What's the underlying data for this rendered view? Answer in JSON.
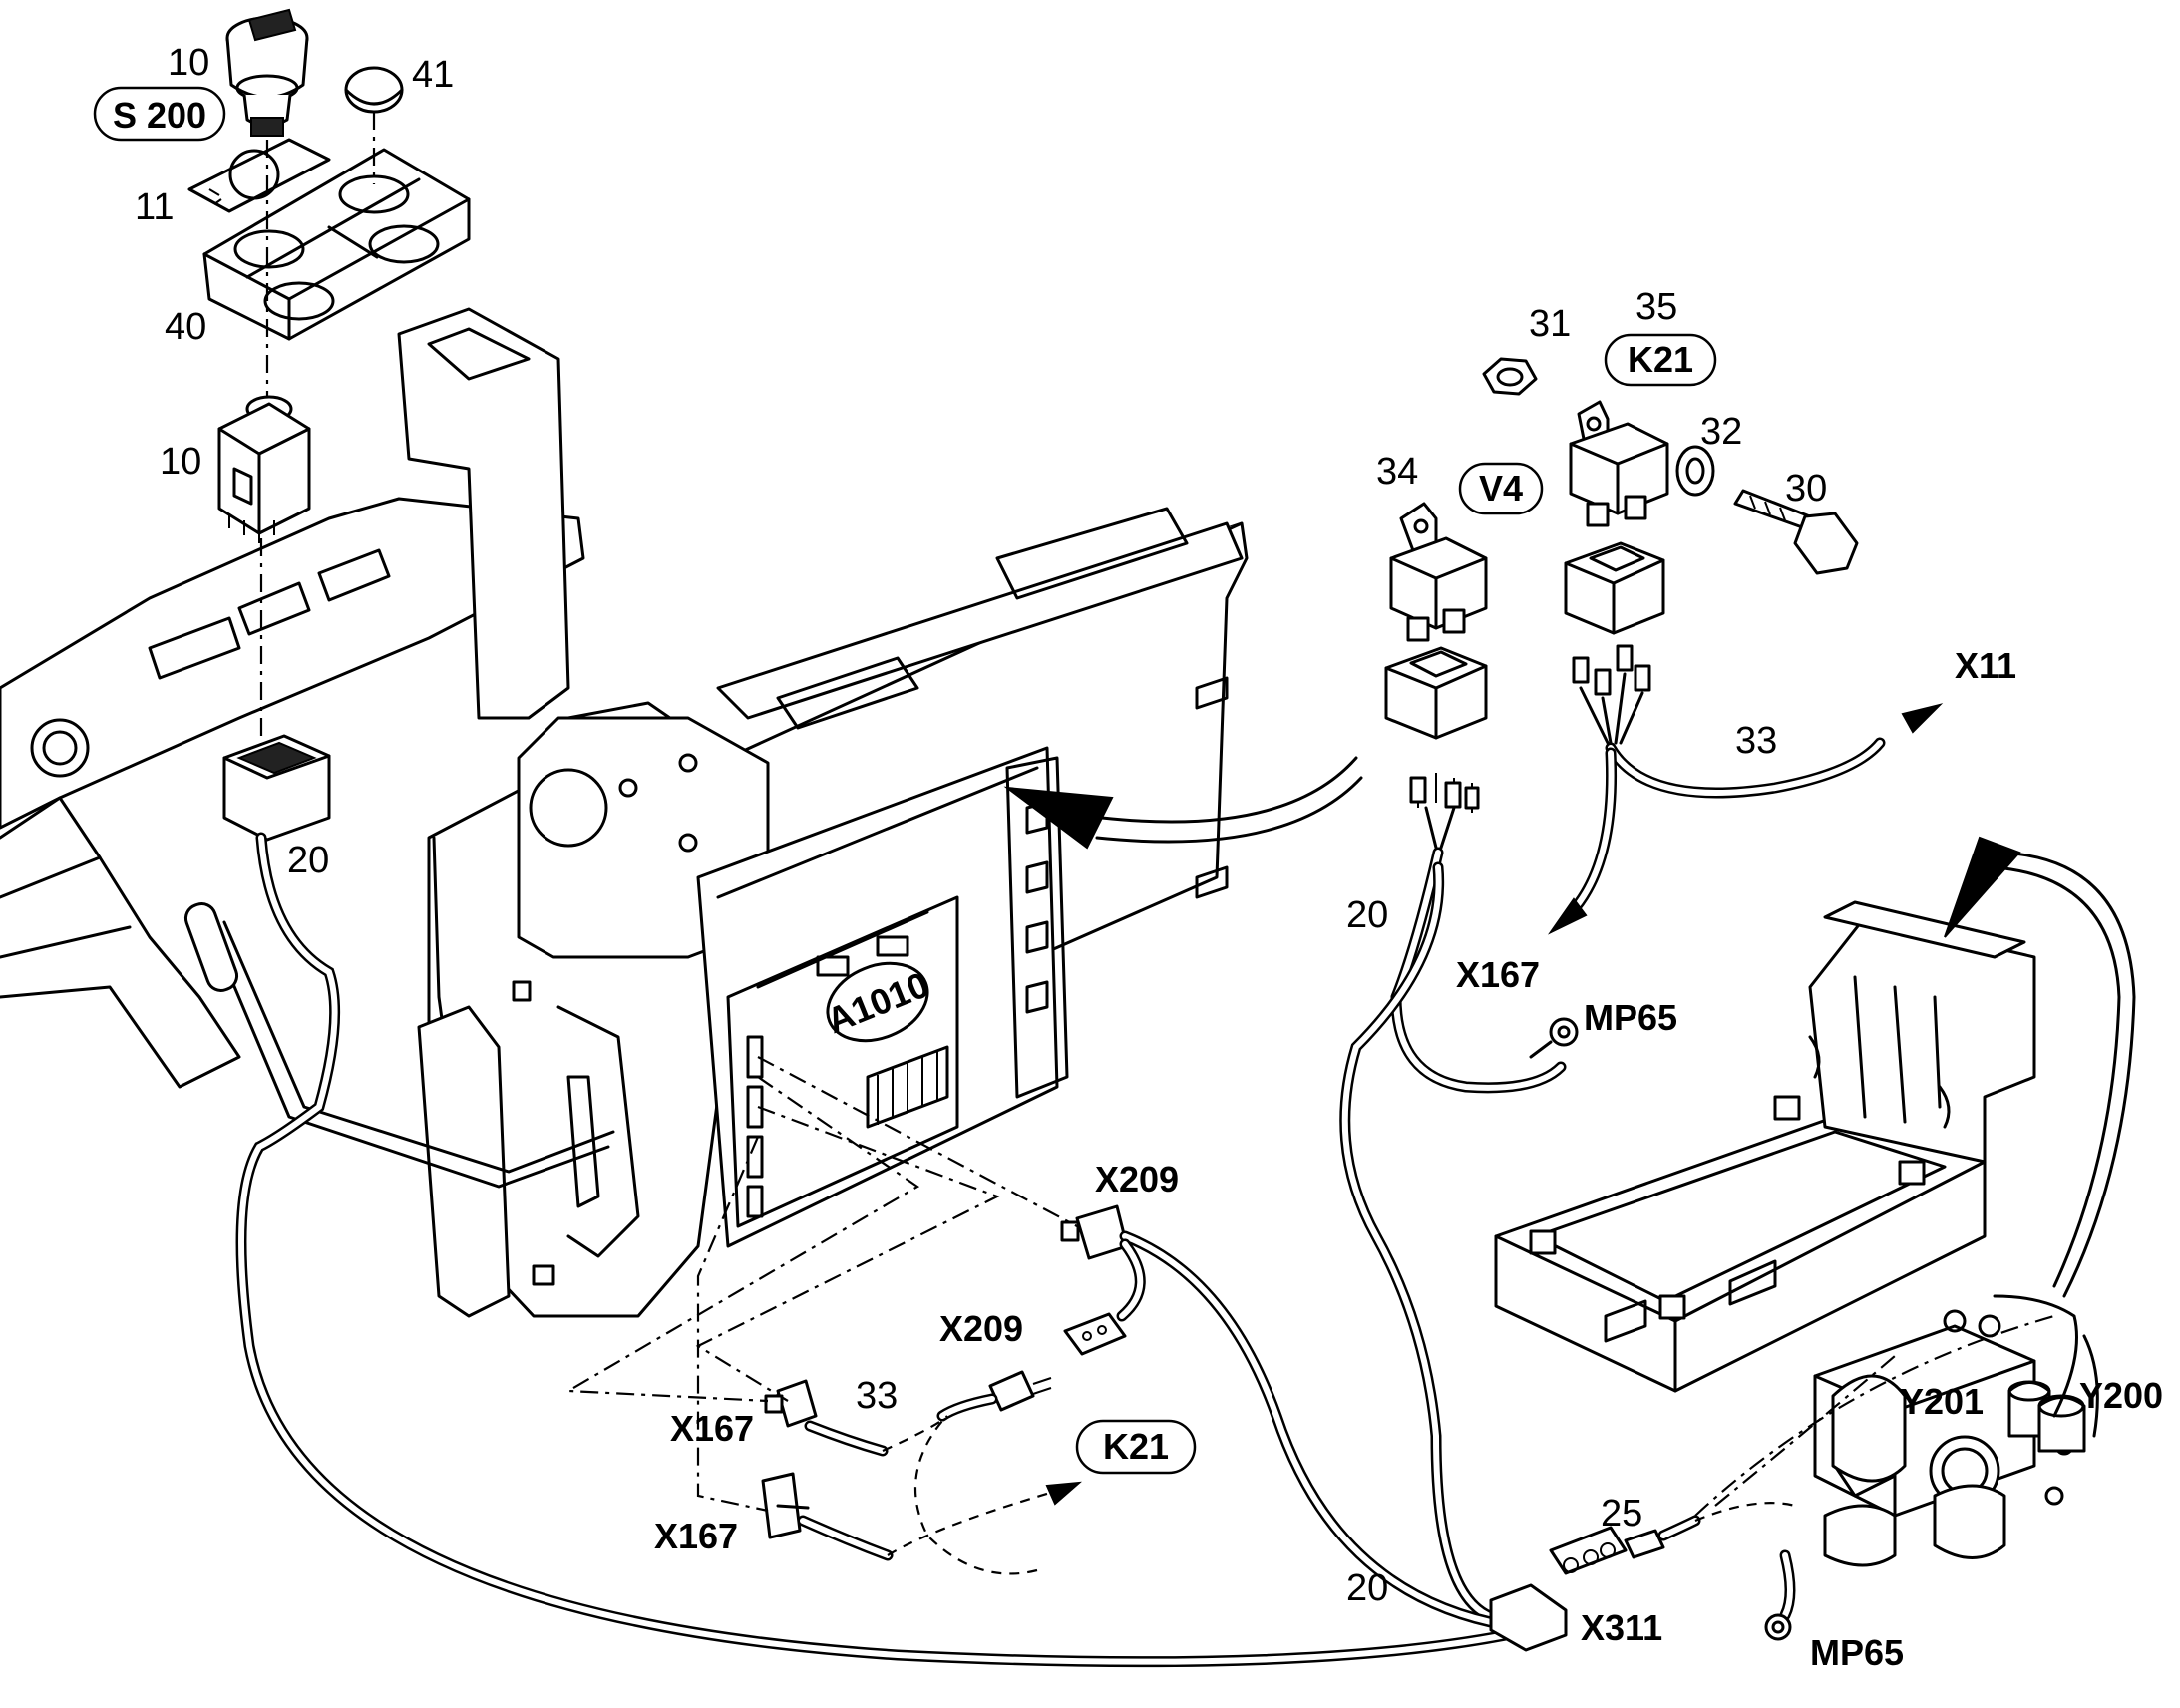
{
  "labels": {
    "n10_top": "10",
    "s200": "S 200",
    "n41": "41",
    "n11": "11",
    "n40": "40",
    "n10_mid": "10",
    "n20_left": "20",
    "n31": "31",
    "n35": "35",
    "k21_top": "K21",
    "n32": "32",
    "n30": "30",
    "n34": "34",
    "v4": "V4",
    "x11": "X11",
    "n33_right": "33",
    "n20_mid": "20",
    "x167_mid": "X167",
    "mp65_mid": "MP65",
    "a1010": "A1010",
    "x209_upper": "X209",
    "x209_lower": "X209",
    "n33_low": "33",
    "x167_low1": "X167",
    "k21_low": "K21",
    "x167_low2": "X167",
    "n25": "25",
    "y201": "Y201",
    "y200": "Y200",
    "n20_bottom": "20",
    "x311": "X311",
    "mp65_bottom": "MP65"
  }
}
